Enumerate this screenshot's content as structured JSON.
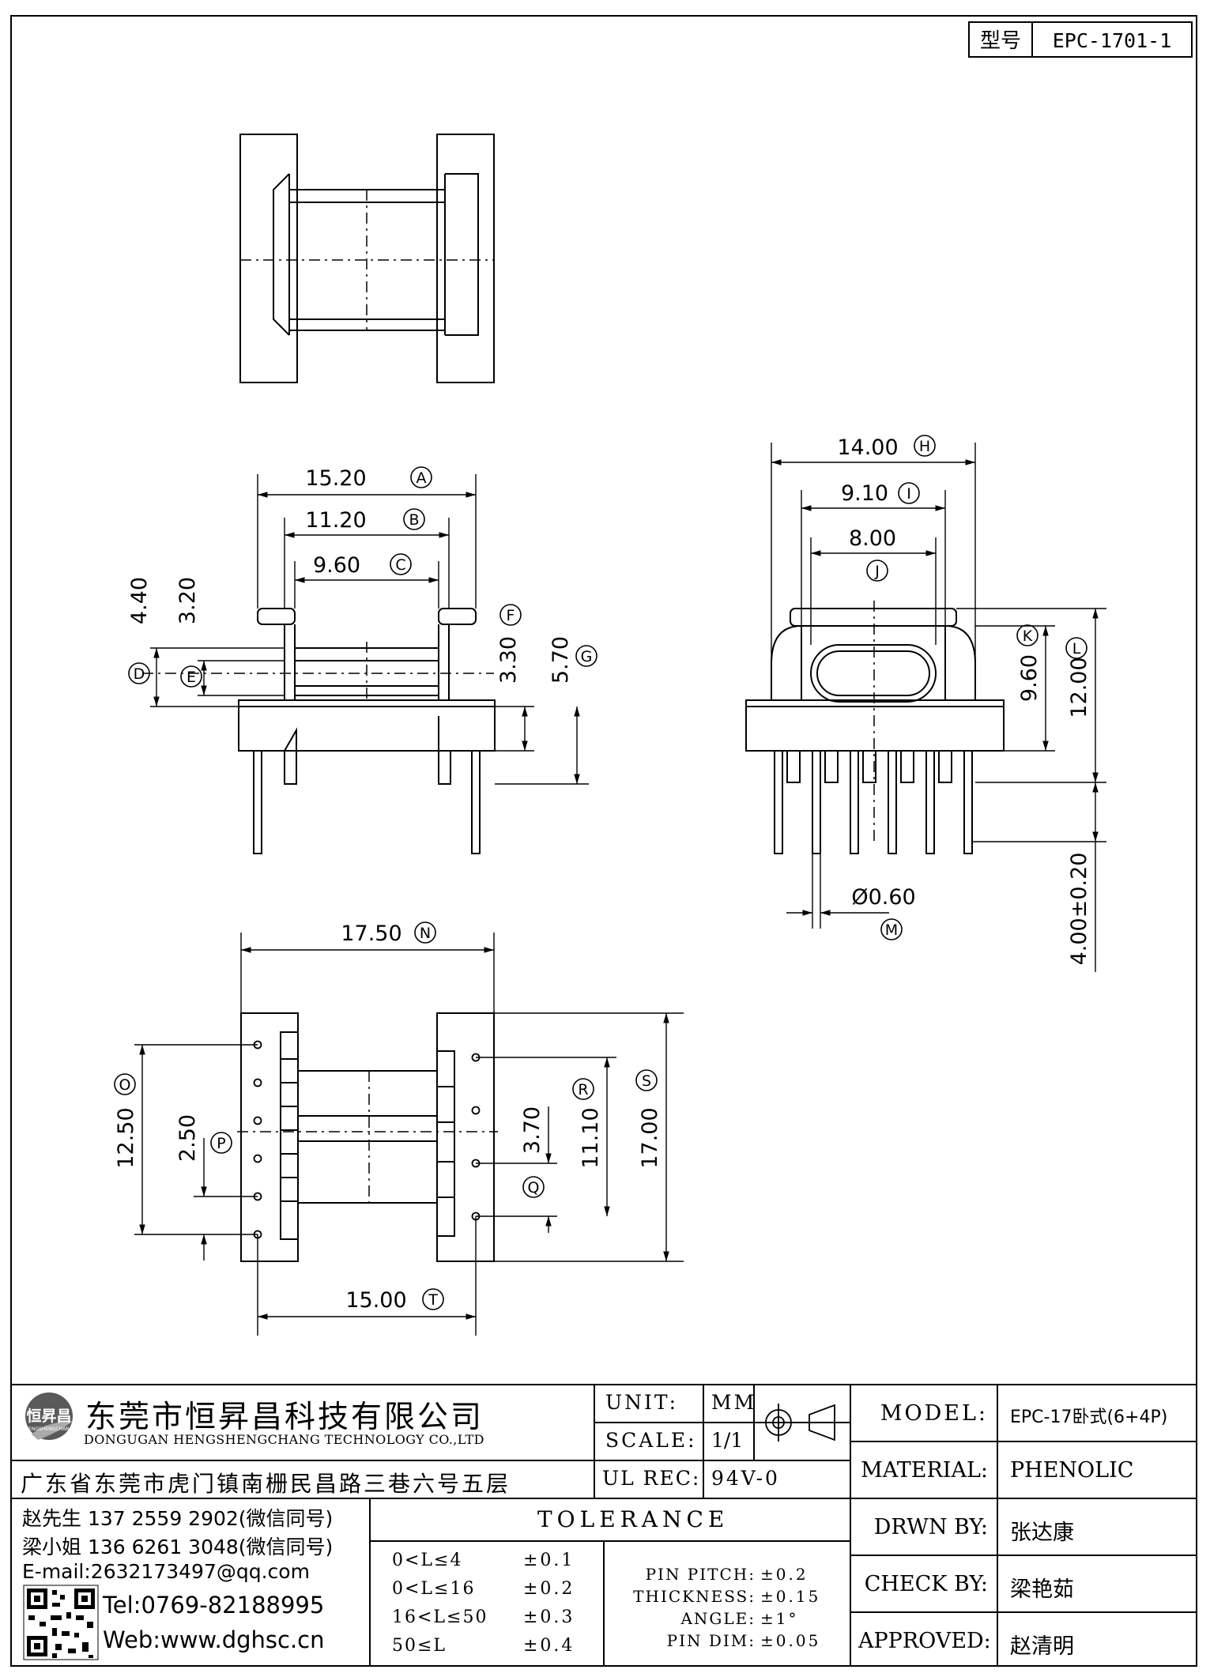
{
  "model_tag": {
    "label": "型号",
    "value": "EPC-1701-1"
  },
  "dims": {
    "A": {
      "value": "15.20",
      "letter": "A"
    },
    "B": {
      "value": "11.20",
      "letter": "B"
    },
    "C": {
      "value": "9.60",
      "letter": "C"
    },
    "D": {
      "value": "4.40",
      "letter": "D"
    },
    "E": {
      "value": "3.20",
      "letter": "E"
    },
    "F": {
      "value": "3.30",
      "letter": "F"
    },
    "G": {
      "value": "5.70",
      "letter": "G"
    },
    "H": {
      "value": "14.00",
      "letter": "H"
    },
    "I": {
      "value": "9.10",
      "letter": "I"
    },
    "J": {
      "value": "8.00",
      "letter": "J"
    },
    "K": {
      "value": "9.60",
      "letter": "K"
    },
    "L": {
      "value": "12.00",
      "letter": "L"
    },
    "M": {
      "value": "Ø0.60",
      "letter": "M"
    },
    "pinlen": {
      "value": "4.00±0.20"
    },
    "N": {
      "value": "17.50",
      "letter": "N"
    },
    "O": {
      "value": "12.50",
      "letter": "O"
    },
    "P": {
      "value": "2.50",
      "letter": "P"
    },
    "Q": {
      "value": "3.70",
      "letter": "Q"
    },
    "R": {
      "value": "11.10",
      "letter": "R"
    },
    "S": {
      "value": "17.00",
      "letter": "S"
    },
    "T": {
      "value": "15.00",
      "letter": "T"
    }
  },
  "company": {
    "logo_text": "恒昇昌",
    "logo_sub": "HENGSHENGCHANG",
    "name_cn": "东莞市恒昇昌科技有限公司",
    "name_en": "DONGUGAN HENGSHENGCHANG TECHNOLOGY CO.,LTD",
    "address": "广东省东莞市虎门镇南栅民昌路三巷六号五层",
    "contact1": "赵先生 137 2559 2902(微信同号)",
    "contact2": "梁小姐 136 6261 3048(微信同号)",
    "email": "E-mail:2632173497@qq.com",
    "tel": "Tel:0769-82188995",
    "web": "Web:www.dghsc.cn"
  },
  "meta": {
    "unit_label": "UNIT:",
    "unit_value": "MM",
    "scale_label": "SCALE:",
    "scale_value": "1/1",
    "ulrec_label": "UL REC:",
    "ulrec_value": "94V-0"
  },
  "tolerance": {
    "title": "TOLERANCE",
    "rows": [
      {
        "range": "0<L≤4",
        "tol": "±0.1"
      },
      {
        "range": "0<L≤16",
        "tol": "±0.2"
      },
      {
        "range": "16<L≤50",
        "tol": "±0.3"
      },
      {
        "range": "50≤L",
        "tol": "±0.4"
      }
    ],
    "extras": [
      {
        "label": "PIN PITCH:",
        "value": "±0.2"
      },
      {
        "label": "THICKNESS:",
        "value": "±0.15"
      },
      {
        "label": "ANGLE:",
        "value": "±1°"
      },
      {
        "label": "PIN DIM:",
        "value": "±0.05"
      }
    ]
  },
  "info": [
    {
      "label": "MODEL:",
      "value": "EPC-17卧式(6+4P)"
    },
    {
      "label": "MATERIAL:",
      "value": "PHENOLIC"
    },
    {
      "label": "DRWN BY:",
      "value": "张达康"
    },
    {
      "label": "CHECK BY:",
      "value": "梁艳茹"
    },
    {
      "label": "APPROVED:",
      "value": "赵清明"
    }
  ]
}
